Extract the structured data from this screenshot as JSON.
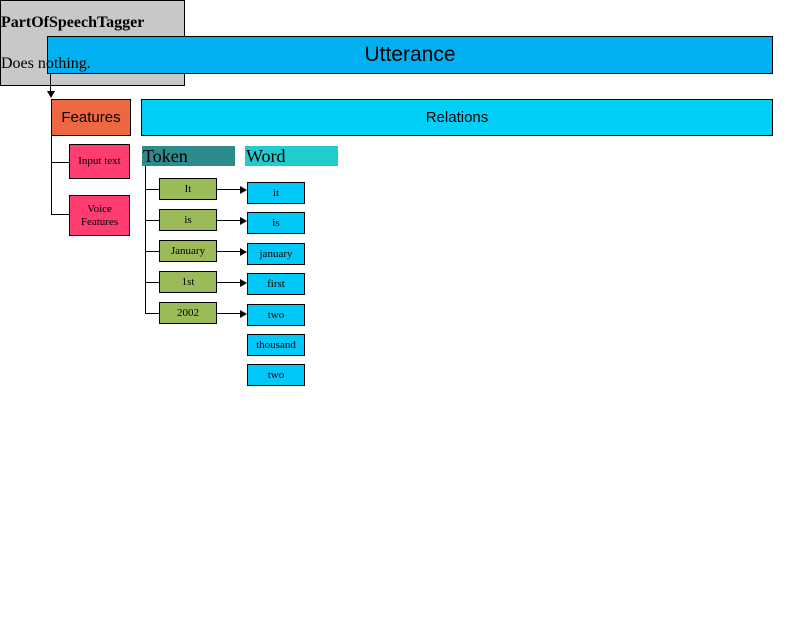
{
  "utterance": "Utterance",
  "features": {
    "label": "Features",
    "children": [
      "Input text",
      "Voice Features"
    ]
  },
  "relations": "Relations",
  "token": {
    "header": "Token",
    "items": [
      "It",
      "is",
      "January",
      "1st",
      "2002"
    ]
  },
  "word": {
    "header": "Word",
    "items": [
      "it",
      "is",
      "january",
      "first",
      "two",
      "thousand",
      "two"
    ]
  },
  "pos_tagger": {
    "title": "PartOfSpeechTagger",
    "description": "Does nothing."
  },
  "colors": {
    "utterance": "#00b0f0",
    "features": "#ed6740",
    "relations": "#00d0f8",
    "feature_child": "#ff3d70",
    "token_header": "#2e8b8b",
    "word_header": "#22cccc",
    "token_item": "#9bbb59",
    "word_item": "#00c8f8",
    "tagger_box": "#c8c8c8"
  }
}
